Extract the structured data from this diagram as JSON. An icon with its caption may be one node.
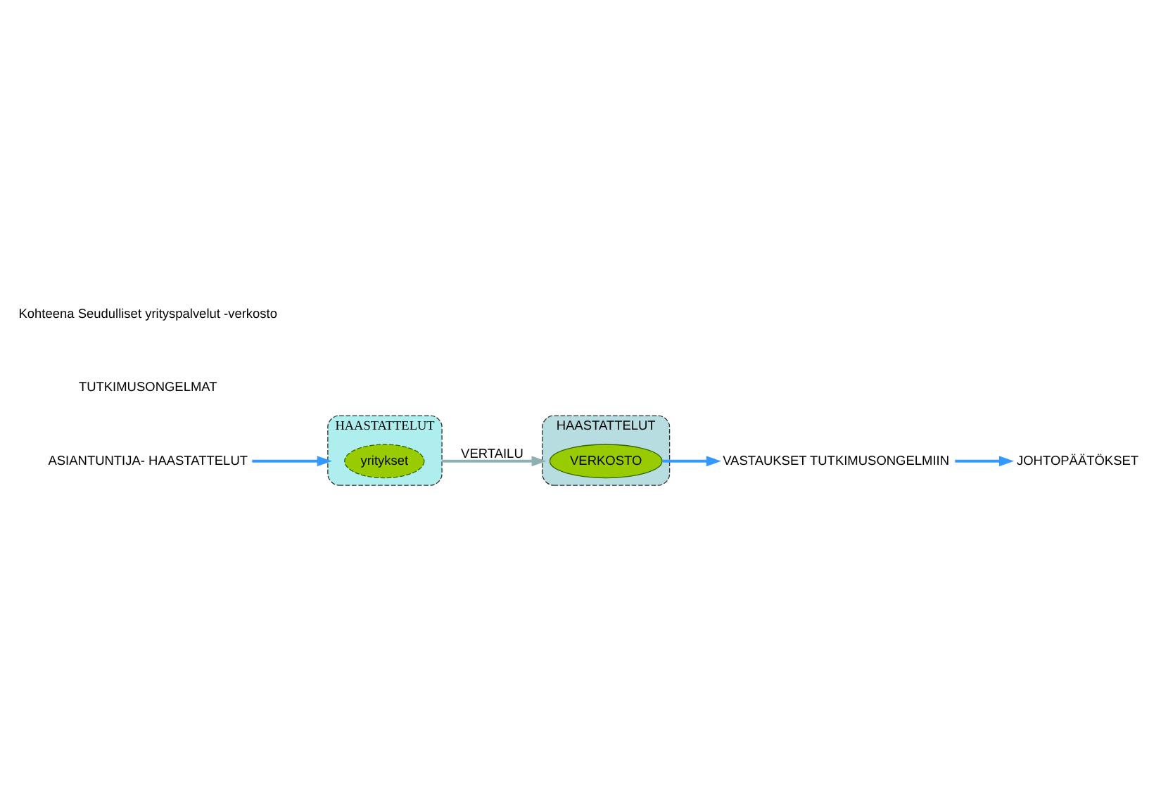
{
  "diagram": {
    "nodes": [
      {
        "text": [
          "HAASTATTELUT"
        ]
      },
      {
        "text": [
          "yritykset"
        ],
        "in": 0
      },
      {
        "text": [
          "HAASTATTELUT"
        ]
      },
      {
        "text": [
          "VERKOSTO"
        ],
        "in": 2
      },
      {
        "text": [
          "ASIANTUNTIJA- HAASTATTELUT"
        ]
      },
      {
        "text": [
          "VASTAUKSET TUTKIMUSONGELMIIN"
        ]
      },
      {
        "text": [
          "JOHTOPÄÄTÖKSET"
        ]
      }
    ],
    "edges": [
      {
        "from": 0,
        "to": 2,
        "arrow": "to",
        "label": "VERTAILU",
        "color": "#8fb0b3"
      },
      {
        "from": 4,
        "to": 0,
        "arrow": "to"
      },
      {
        "from": 3,
        "to": 5,
        "arrow": "to"
      },
      {
        "from": 5,
        "to": 6,
        "arrow": "to"
      }
    ],
    "labels": [
      "TUTKIMUSONGELMAT",
      "Kohteena Seudulliset yrityspalvelut -verkosto"
    ]
  }
}
